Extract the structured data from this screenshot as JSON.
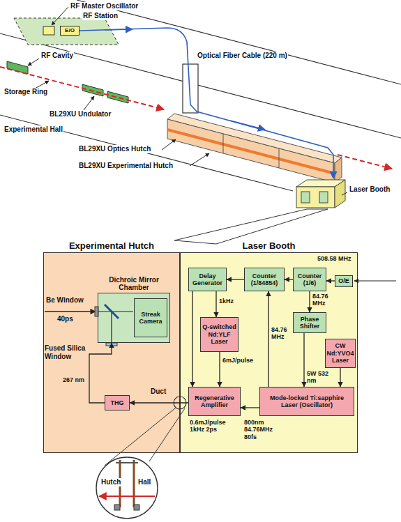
{
  "diagram": {
    "nodes": [
      {
        "text": [
          "E/O"
        ]
      },
      {
        "text": [
          "Experimental Hutch"
        ]
      },
      {
        "text": [
          "Dichroic Mirror Chamber"
        ],
        "in": 1
      },
      {
        "text": [
          "Streak Camera"
        ],
        "in": 2
      },
      {
        "text": [
          "THG"
        ],
        "in": 1
      },
      {
        "text": [
          "Laser Booth"
        ]
      },
      {
        "text": [
          "Delay Generator"
        ],
        "in": 5
      },
      {
        "text": [
          "Counter (1/84854)"
        ],
        "in": 5
      },
      {
        "text": [
          "Counter (1/6)"
        ],
        "in": 5
      },
      {
        "text": [
          "O/E"
        ],
        "in": 5
      },
      {
        "text": [
          "Phase Shifter"
        ],
        "in": 5
      },
      {
        "text": [
          "Q-switched Nd:YLF Laser"
        ],
        "in": 5
      },
      {
        "text": [
          "CW Nd:YVO4 Laser"
        ],
        "in": 5
      },
      {
        "text": [
          "Regenerative Amplifier"
        ],
        "in": 5
      },
      {
        "text": [
          "Mode-locked Ti:sapphire Laser (Oscillator)"
        ],
        "in": 5
      }
    ],
    "edges": [
      {
        "from": 9,
        "to": 8,
        "arrow": "to"
      },
      {
        "from": 8,
        "to": 7,
        "arrow": "to"
      },
      {
        "from": 7,
        "to": 6,
        "arrow": "to"
      },
      {
        "from": 8,
        "to": 10,
        "arrow": "to",
        "label": "84.76 MHz"
      },
      {
        "from": 10,
        "to": 14,
        "arrow": "to"
      },
      {
        "from": 14,
        "to": 7,
        "arrow": "to",
        "label": "84.76 MHz"
      },
      {
        "from": 6,
        "to": 11,
        "arrow": "to",
        "label": "1kHz"
      },
      {
        "from": 6,
        "to": 13,
        "arrow": "to"
      },
      {
        "from": 11,
        "to": 13,
        "arrow": "to",
        "label": "6mJ/pulse"
      },
      {
        "from": 12,
        "to": 14,
        "arrow": "to",
        "label": "5W 532 nm"
      },
      {
        "from": 14,
        "to": 13,
        "arrow": "to",
        "label": "800nm 84.76MHz 80fs"
      },
      {
        "from": 13,
        "to": 4,
        "arrow": "to",
        "label": "0.6mJ/pulse 1kHz 2ps"
      },
      {
        "from": 4,
        "to": 2,
        "arrow": "to",
        "label": "267 nm"
      }
    ],
    "labels": [
      "RF Master Oscillator",
      "RF Station",
      "Optical Fiber Cable (220 m)",
      "RF Cavity",
      "Storage Ring",
      "BL29XU Undulator",
      "Experimental Hall",
      "BL29XU Optics Hutch",
      "BL29XU Experimental Hutch",
      "Laser Booth",
      "508.58 MHz",
      "Be Window",
      "40ps",
      "Fused Silica Window",
      "Duct",
      "Hutch",
      "Hall"
    ]
  }
}
